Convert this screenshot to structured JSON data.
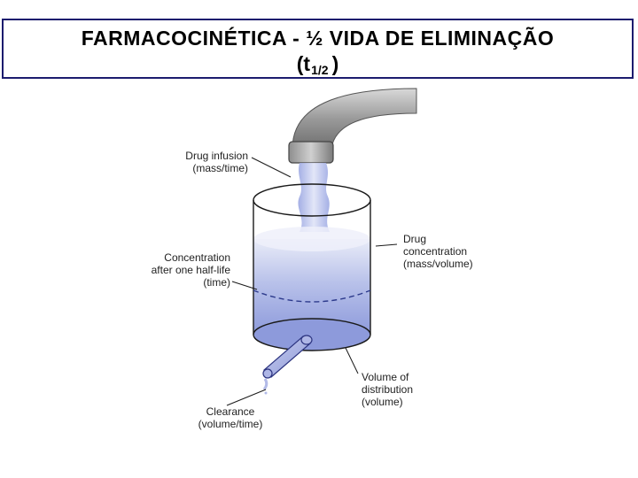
{
  "title": {
    "line1": "FARMACOCINÉTICA -  ½ VIDA DE ELIMINAÇÃO",
    "line2_main": "(t",
    "line2_sub": "1/2",
    "line2_end": ")"
  },
  "labels": {
    "drug_infusion": [
      "Drug infusion",
      "(mass/time)"
    ],
    "drug_concentration": [
      "Drug",
      "concentration",
      "(mass/volume)"
    ],
    "half_life": [
      "Concentration",
      "after one half-life",
      "(time)"
    ],
    "volume": [
      "Volume of",
      "distribution",
      "(volume)"
    ],
    "clearance": [
      "Clearance",
      "(volume/time)"
    ]
  }
}
